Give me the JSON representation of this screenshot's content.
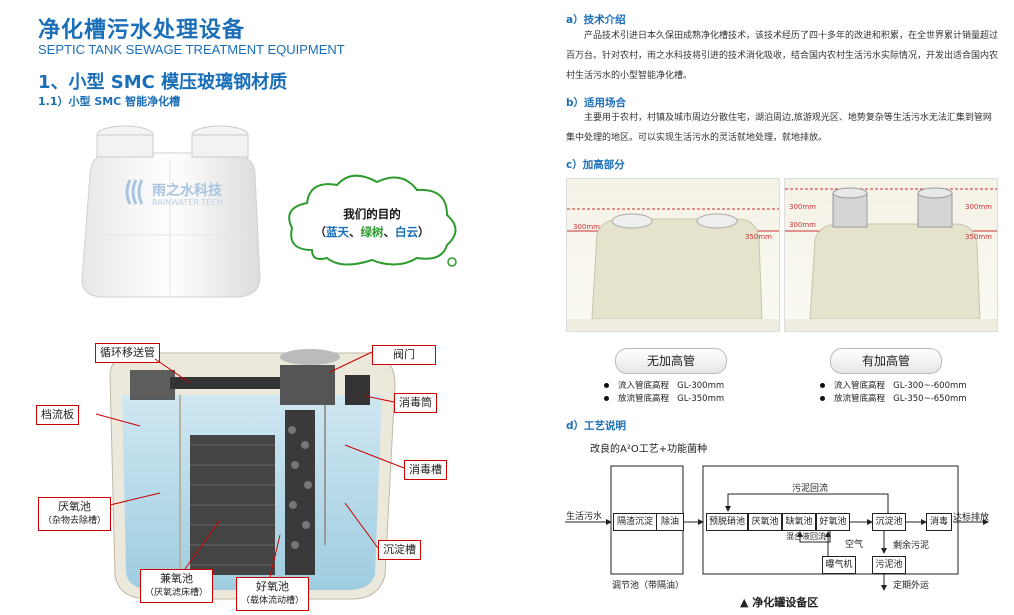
{
  "header": {
    "title_cn": "净化槽污水处理设备",
    "title_en": "SEPTIC TANK SEWAGE TREATMENT EQUIPMENT",
    "section_title": "1、小型 SMC 模压玻璃钢材质",
    "sub_title": "1.1）小型 SMC 智能净化槽"
  },
  "tank_logo": {
    "cn": "雨之水科技",
    "en": "RAINWATER TECH"
  },
  "cloud": {
    "line1": "我们的目的",
    "open": "（",
    "blue": "蓝天",
    "sep1": "、",
    "green": "绿树",
    "sep2": "、",
    "white": "白云",
    "close": "）"
  },
  "labels": {
    "circulation_pipe": "循环移送管",
    "valve": "阀门",
    "baffle": "档流板",
    "disinfect_tube": "消毒筒",
    "disinfect_tank": "消毒槽",
    "anaerobic": "厌氧池",
    "anaerobic_sub": "（杂物去除槽）",
    "settling": "沉淀槽",
    "facultative": "兼氧池",
    "facultative_sub": "（厌氧滤床槽）",
    "aerobic": "好氧池",
    "aerobic_sub": "（载体流动槽）"
  },
  "section_a": {
    "heading": "a）技术介绍",
    "text": "产品技术引进日本久保田成熟净化槽技术，该技术经历了四十多年的改进和积累，在全世界累计销量超过百万台。针对农村，雨之水科技将引进的技术消化吸收，结合国内农村生活污水实际情况，开发出适合国内农村生活污水的小型智能净化槽。"
  },
  "section_b": {
    "heading": "b）适用场合",
    "text": "主要用于农村，村镇及城市周边分散住宅，湖泊周边,旅游观光区、地势复杂等生活污水无法汇集到管网集中处理的地区。可以实现生活污水的灵活就地处理，就地排放。"
  },
  "section_c": {
    "heading": "c）加高部分",
    "photo1": {
      "tag300": "300mm",
      "tag350": "350mm"
    },
    "photo2": {
      "tag300a": "300mm",
      "tag300b": "300mm",
      "tag300c": "300mm",
      "tag350": "350mm"
    },
    "no_riser": "无加高管",
    "with_riser": "有加高管",
    "left_bullets": [
      {
        "label": "流入管底高程",
        "value": "GL-300mm"
      },
      {
        "label": "放流管底高程",
        "value": "GL-350mm"
      }
    ],
    "right_bullets": [
      {
        "label": "流入管底高程",
        "value": "GL-300~-600mm"
      },
      {
        "label": "放流管底高程",
        "value": "GL-350~-650mm"
      }
    ]
  },
  "section_d": {
    "heading": "d）工艺说明",
    "subtitle": "改良的A²O工艺+功能菌种",
    "inlet": "生活污水",
    "box1": "隔渣沉淀",
    "box2": "除油",
    "reg_pool": "调节池（带隔油）",
    "return_sludge": "污泥回流",
    "b_pre": "预脱硝池",
    "b_ana": "厌氧池",
    "b_ano": "缺氧池",
    "b_aer": "好氧池",
    "b_mix": "混合液回流",
    "b_blower": "曝气机",
    "air": "空气",
    "b_settle": "沉淀池",
    "b_dis": "消毒",
    "outlet": "达标排放",
    "excess": "剩余污泥",
    "b_sludge": "污泥池",
    "regular": "定期外运",
    "caption": "▲ 净化罐设备区"
  },
  "colors": {
    "brand_blue": "#1b6fb8",
    "green": "#2e9b2e",
    "red_label": "#cc0000"
  }
}
